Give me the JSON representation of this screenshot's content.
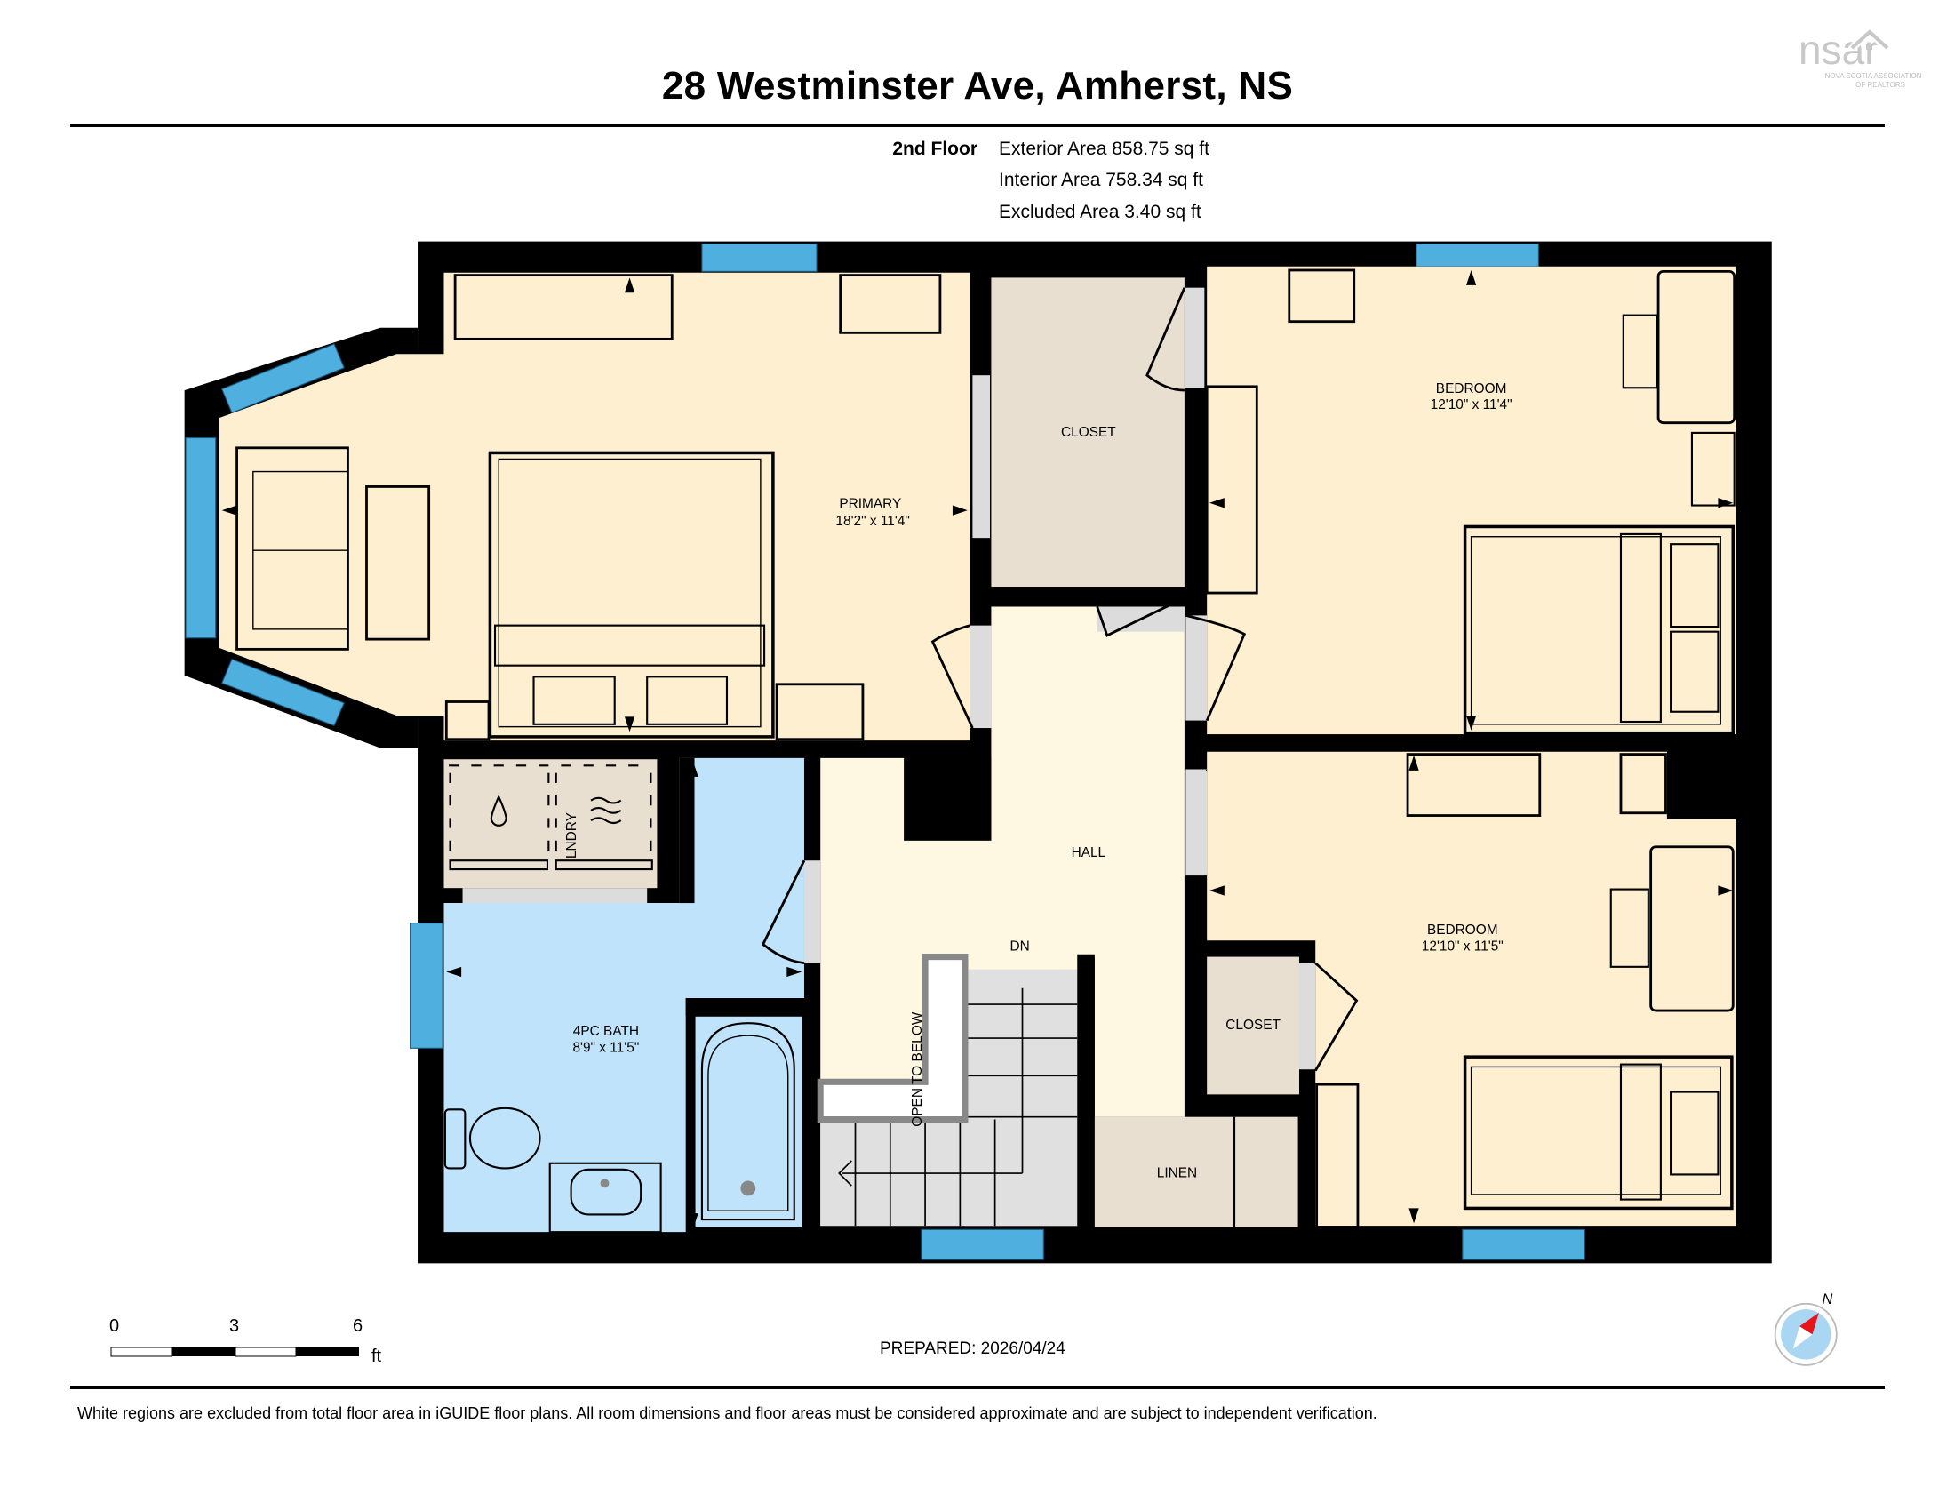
{
  "header": {
    "title": "28 Westminster Ave, Amherst, NS",
    "logo": {
      "text": "nsar",
      "line1": "NOVA SCOTIA ASSOCIATION",
      "line2": "OF REALTORS",
      "icon": "house-roof-icon"
    }
  },
  "floor_summary": {
    "floor_name": "2nd Floor",
    "exterior_area": "Exterior Area 858.75 sq ft",
    "interior_area": "Interior Area 758.34 sq ft",
    "excluded_area": "Excluded Area 3.40 sq ft"
  },
  "rooms": {
    "primary": {
      "name": "PRIMARY",
      "dims": "18'2\" x 11'4\""
    },
    "closet_top": {
      "name": "CLOSET"
    },
    "bedroom_top": {
      "name": "BEDROOM",
      "dims": "12'10\" x 11'4\""
    },
    "hall": {
      "name": "HALL"
    },
    "laundry": {
      "name": "LNDRY"
    },
    "bath": {
      "name": "4PC BATH",
      "dims": "8'9\" x 11'5\""
    },
    "stairs_dn": {
      "name": "DN"
    },
    "open_to_below": {
      "name": "OPEN TO BELOW"
    },
    "bedroom_bottom": {
      "name": "BEDROOM",
      "dims": "12'10\" x 11'5\""
    },
    "closet_bottom": {
      "name": "CLOSET"
    },
    "linen": {
      "name": "LINEN"
    }
  },
  "colors": {
    "wall": "#000000",
    "room_fill": "#fdefcf",
    "hall_fill": "#fef7e1",
    "closet_fill": "#e8dfd1",
    "bath_fill": "#bfe3fb",
    "window": "#4fb0e0",
    "door_gap": "#dcdcdc",
    "stairs": "#e0e0e0",
    "compass_red": "#e8141c",
    "compass_blue": "#a9d6f2"
  },
  "scale_bar": {
    "ticks": [
      "0",
      "3",
      "6"
    ],
    "unit": "ft"
  },
  "compass": {
    "label": "N",
    "icon": "north-arrow-compass-icon"
  },
  "footer": {
    "prepared": "PREPARED: 2026/04/24",
    "disclaimer": "White regions are excluded from total floor area in iGUIDE floor plans. All room dimensions and floor areas must be considered approximate and are subject to independent verification."
  }
}
